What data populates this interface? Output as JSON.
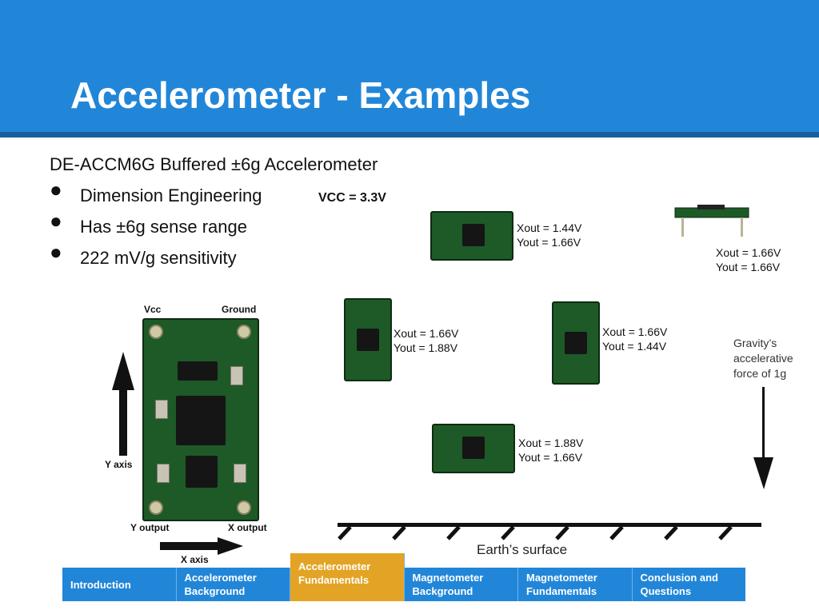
{
  "slide": {
    "title": "Accelerometer - Examples",
    "subtitle": "DE-ACCM6G Buffered ±6g Accelerometer",
    "bullets": [
      "Dimension Engineering",
      "Has ±6g sense range",
      "222 mV/g sensitivity"
    ],
    "bullet_glyph": "●",
    "vcc": "VCC = 3.3V"
  },
  "board_labels": {
    "vcc": "Vcc",
    "ground": "Ground",
    "y_axis": "Y axis",
    "x_axis": "X axis",
    "y_output": "Y output",
    "x_output": "X output"
  },
  "readings": [
    {
      "x": "Xout = 1.44V",
      "y": "Yout = 1.66V"
    },
    {
      "x": "Xout = 1.66V",
      "y": "Yout = 1.66V"
    },
    {
      "x": "Xout = 1.66V",
      "y": "Yout = 1.88V"
    },
    {
      "x": "Xout = 1.66V",
      "y": "Yout = 1.44V"
    },
    {
      "x": "Xout = 1.88V",
      "y": "Yout = 1.66V"
    }
  ],
  "gravity": [
    "Gravity’s",
    "accelerative",
    "force of 1g"
  ],
  "earth": "Earth’s surface",
  "nav": [
    {
      "label1": "Introduction",
      "label2": "",
      "active": false
    },
    {
      "label1": "Accelerometer",
      "label2": "Background",
      "active": false
    },
    {
      "label1": "Accelerometer",
      "label2": "Fundamentals",
      "active": true
    },
    {
      "label1": "Magnetometer",
      "label2": "Background",
      "active": false
    },
    {
      "label1": "Magnetometer",
      "label2": "Fundamentals",
      "active": false
    },
    {
      "label1": "Conclusion and",
      "label2": "Questions",
      "active": false
    }
  ],
  "colors": {
    "header": "#2286d8",
    "active_tab": "#e3a425",
    "pcb": "#1d5a27"
  }
}
